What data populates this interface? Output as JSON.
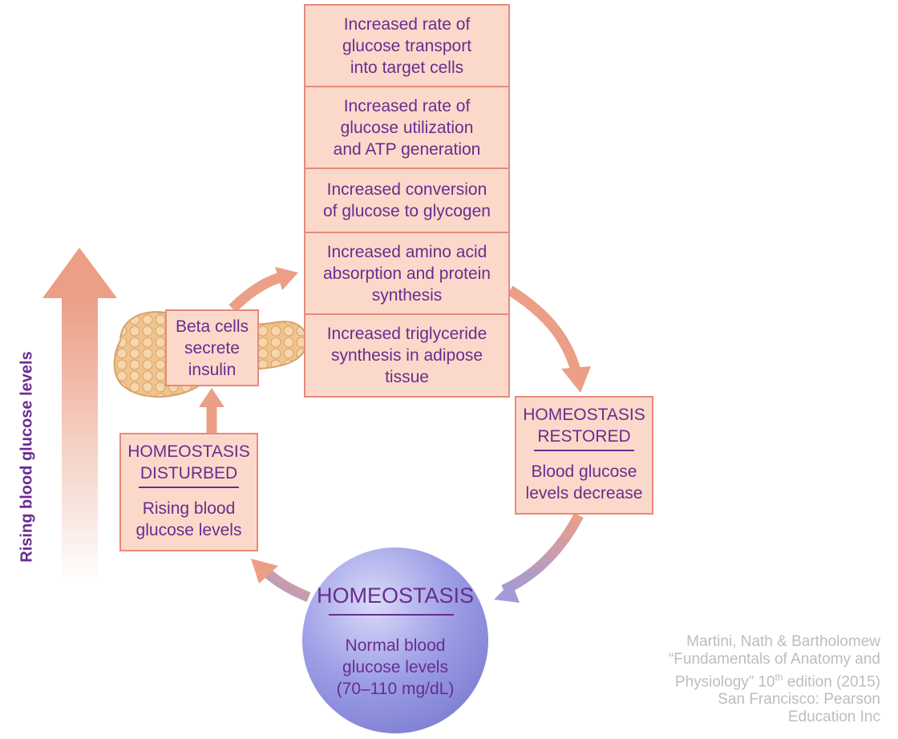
{
  "vertical_label": "Rising blood glucose levels",
  "effects": [
    "Increased rate of\nglucose transport\ninto target cells",
    "Increased rate of\nglucose utilization\nand ATP generation",
    "Increased conversion\nof glucose to glycogen",
    "Increased amino acid\nabsorption and protein\nsynthesis",
    "Increased triglyceride\nsynthesis in adipose\ntissue"
  ],
  "beta_cells": "Beta cells\nsecrete\ninsulin",
  "disturbed": {
    "heading_1": "HOMEOSTASIS",
    "heading_2": "DISTURBED",
    "body": "Rising blood\nglucose levels"
  },
  "restored": {
    "heading_1": "HOMEOSTASIS",
    "heading_2": "RESTORED",
    "body": "Blood glucose\nlevels decrease"
  },
  "homeostasis": {
    "title": "HOMEOSTASIS",
    "body": "Normal blood\nglucose levels\n(70–110 mg/dL)"
  },
  "credit": {
    "line_1": "Martini, Nath & Bartholomew",
    "line_2": "“Fundamentals of Anatomy and",
    "line_3_before": "Physiology” 10",
    "line_3_sup": "th",
    "line_3_after": " edition (2015)",
    "line_4": "San Francisco: Pearson",
    "line_5": "Education Inc"
  },
  "colors": {
    "text": "#6a2c8e",
    "box_fill": "#fbd9ca",
    "box_border": "#e58a7c",
    "arrow": "#eb9f86",
    "circle": "#8d8fe0"
  },
  "icons": [
    "pancreas-icon",
    "up-arrow-icon"
  ]
}
